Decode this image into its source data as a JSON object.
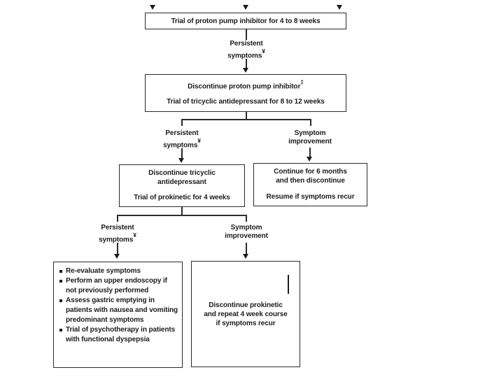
{
  "colors": {
    "background": "#ffffff",
    "line": "#2b2b2b",
    "text": "#1c1c1c"
  },
  "labels": {
    "persistent": {
      "line1": "Persistent",
      "line2": "symptoms",
      "marker": "¥"
    },
    "improvement": {
      "line1": "Symptom",
      "line2": "improvement"
    }
  },
  "nodes": {
    "ppi_trial": {
      "text": "Trial of proton pump inhibitor for 4 to 8 weeks"
    },
    "discontinue_ppi": {
      "line1": "Discontinue proton pump inhibitor",
      "marker": "‡",
      "line2": "Trial of tricyclic antidepressant for 8 to 12 weeks"
    },
    "discontinue_tca": {
      "line1": "Discontinue tricyclic",
      "line2": "antidepressant",
      "line3": "Trial of prokinetic for 4 weeks"
    },
    "continue_six_months": {
      "line1": "Continue for 6 months",
      "line2": "and then discontinue",
      "line3": "Resume if symptoms recur"
    },
    "reevaluate": {
      "bullets": [
        "Re-evaluate symptoms",
        "Perform an upper endoscopy if not previously performed",
        "Assess gastric emptying in patients with nausea and vomiting predominant symptoms",
        "Trial of psychotherapy in patients with functional dyspepsia"
      ]
    },
    "discontinue_prokinetic": {
      "line1": "Discontinue prokinetic",
      "line2": "and repeat 4 week course",
      "line3": "if symptoms recur"
    }
  }
}
